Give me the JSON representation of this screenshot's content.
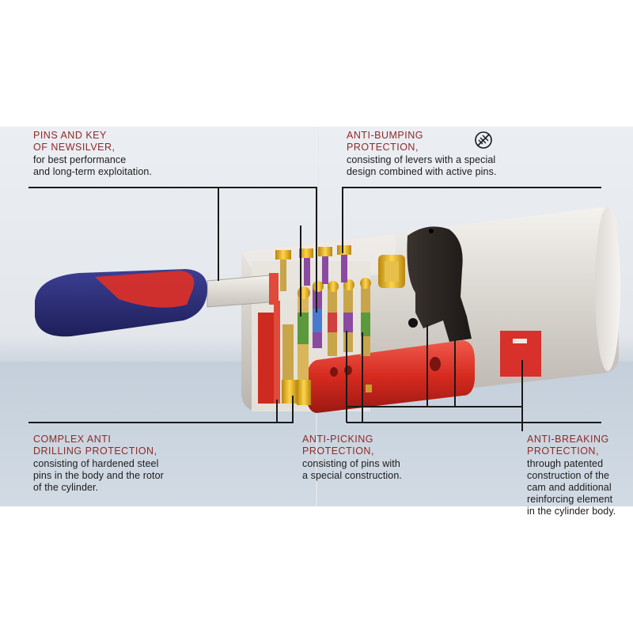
{
  "callouts": {
    "pins_key": {
      "heading": "PINS AND KEY\nOF NEWSILVER,",
      "description": "for best performance\nand long-term exploitation."
    },
    "anti_bumping": {
      "heading": "ANTI-BUMPING\nPROTECTION,",
      "description": "consisting of levers with a special\ndesign combined with active pins."
    },
    "anti_drilling": {
      "heading": "COMPLEX ANTI\nDRILLING PROTECTION,",
      "description": "consisting of hardened steel\npins in the body and the rotor\nof the cylinder."
    },
    "anti_picking": {
      "heading": "ANTI-PICKING\nPROTECTION,",
      "description": "consisting of pins with\na special construction."
    },
    "anti_breaking": {
      "heading": "ANTI-BREAKING\nPROTECTION,",
      "description": "through patented\nconstruction of the\ncam and additional\nreinforcing element\nin the cylinder body."
    }
  },
  "icons": {
    "anti_bump_icon": "no-bump-icon"
  },
  "colors": {
    "heading": "#8e2a28",
    "text": "#1b1b1b",
    "leader_line": "#1a1a1a",
    "key_head": "#2a2f7a",
    "key_insert": "#d8302a",
    "rotor": "#d8281f",
    "cam": "#2b2623",
    "cylinder_body": "#d6d2cc"
  }
}
